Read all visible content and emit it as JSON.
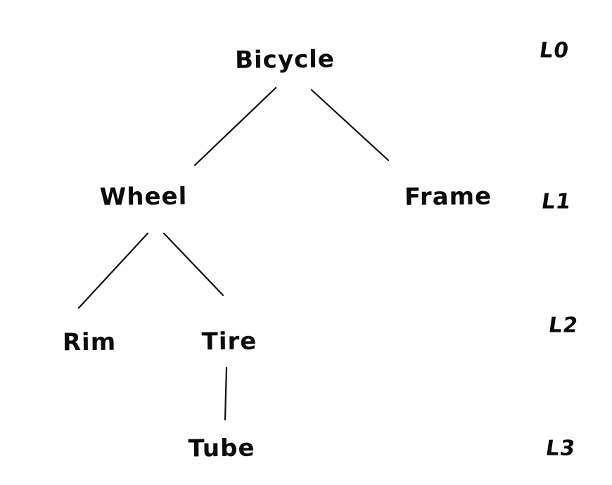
{
  "diagram": {
    "type": "tree",
    "ink_color": "#111111",
    "background_color": "#ffffff",
    "nodes": {
      "bicycle": {
        "label": "Bicycle",
        "level": 0
      },
      "wheel": {
        "label": "Wheel",
        "level": 1,
        "parent": "Bicycle"
      },
      "frame": {
        "label": "Frame",
        "level": 1,
        "parent": "Bicycle"
      },
      "rim": {
        "label": "Rim",
        "level": 2,
        "parent": "Wheel"
      },
      "tire": {
        "label": "Tire",
        "level": 2,
        "parent": "Wheel"
      },
      "tube": {
        "label": "Tube",
        "level": 3,
        "parent": "Tire"
      }
    },
    "edges": [
      {
        "from": "Bicycle",
        "to": "Wheel"
      },
      {
        "from": "Bicycle",
        "to": "Frame"
      },
      {
        "from": "Wheel",
        "to": "Rim"
      },
      {
        "from": "Wheel",
        "to": "Tire"
      },
      {
        "from": "Tire",
        "to": "Tube"
      }
    ],
    "level_labels": {
      "l0": "L0",
      "l1": "L1",
      "l2": "L2",
      "l3": "L3"
    }
  }
}
